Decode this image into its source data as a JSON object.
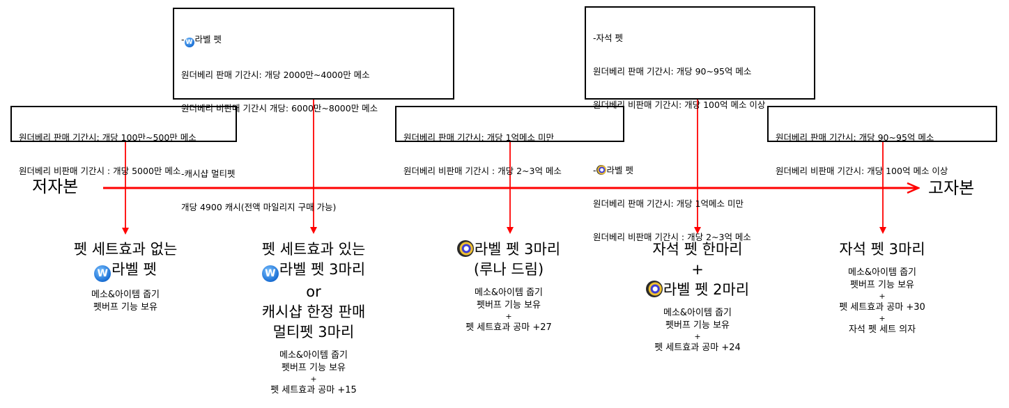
{
  "axis": {
    "left_label": "저자본",
    "right_label": "고자본",
    "color": "#ff0000"
  },
  "boxes": [
    {
      "lines": [
        "원더베리 판매 기간시: 개당 100만~500만 메소",
        "원더베리 비판매 기간시 : 개당 5000만 메소"
      ]
    },
    {
      "lines": [
        "라벨 펫",
        "원더베리 판매 기간시: 개당 2000만~4000만 메소",
        "원더베리 비판매 기간시 개당: 6000만~8000만 메소",
        "",
        "-캐시샵 멀티펫",
        "개당 4900 캐시(전액 마일리지 구매 가능)"
      ]
    },
    {
      "lines": [
        "원더베리 판매 기간시: 개당 1억메소 미만",
        "원더베리 비판매 기간시 : 개당 2~3억 메소"
      ]
    },
    {
      "lines": [
        "-자석 펫",
        "원더베리 판매 기간시: 개당 90~95억 메소",
        "원더베리 비판매 기간시: 개당 100억 메소 이상",
        "",
        "라벨 펫",
        "원더베리 판매 기간시: 개당 1억메소 미만",
        "원더베리 비판매 기간시 : 개당 2~3억 메소"
      ]
    },
    {
      "lines": [
        "원더베리 판매 기간시: 개당 90~95억 메소",
        "원더베리 비판매 기간시: 개당 100억 메소 이상"
      ]
    }
  ],
  "dash": "-",
  "columns": [
    {
      "title": [
        "펫 세트효과 없는",
        "라벨 펫"
      ],
      "desc": [
        "메소&아이템 줍기",
        "펫버프 기능 보유"
      ]
    },
    {
      "title": [
        "펫 세트효과 있는",
        "라벨 펫 3마리",
        "or",
        "캐시샵 한정 판매",
        "멀티펫 3마리"
      ],
      "desc": [
        "메소&아이템 줍기",
        "펫버프 기능 보유",
        "+",
        "펫 세트효과 공마 +15"
      ]
    },
    {
      "title": [
        "라벨 펫 3마리",
        "(루나 드림)"
      ],
      "desc": [
        "메소&아이템 줍기",
        "펫버프 기능 보유",
        "+",
        "펫 세트효과 공마 +27"
      ]
    },
    {
      "title": [
        "자석 펫 한마리",
        "+",
        "라벨 펫 2마리"
      ],
      "desc": [
        "메소&아이템 줍기",
        "펫버프 기능 보유",
        "+",
        "펫 세트효과 공마 +24"
      ]
    },
    {
      "title": [
        "자석 펫 3마리"
      ],
      "desc": [
        "메소&아이템 줍기",
        "펫버프 기능 보유",
        "+",
        "펫 세트효과 공마 +30",
        "+",
        "자석 펫 세트 의자"
      ]
    }
  ],
  "icon_letter": "W"
}
